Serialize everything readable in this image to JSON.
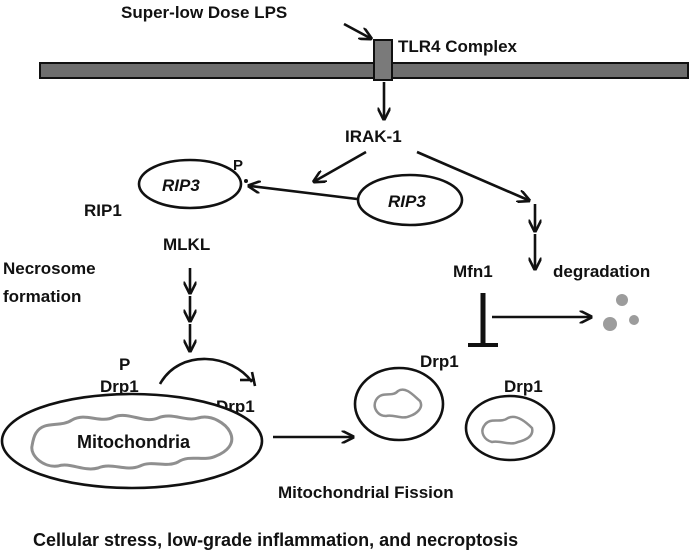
{
  "labels": {
    "lps": "Super-low Dose LPS",
    "tlr4": "TLR4 Complex",
    "irak1": "IRAK-1",
    "p_rip3": "P",
    "rip3_left": "RIP3",
    "rip3_right": "RIP3",
    "rip1": "RIP1",
    "mlkl": "MLKL",
    "necrosome_line1": "Necrosome",
    "necrosome_line2": "formation",
    "mfn1": "Mfn1",
    "degradation": "degradation",
    "p_drp1": "P",
    "drp1_phospho": "Drp1",
    "drp1_arrow": "Drp1",
    "drp1_fission_left": "Drp1",
    "drp1_fission_right": "Drp1",
    "mitochondria": "Mitochondria",
    "fission": "Mitochondrial Fission",
    "caption": "Cellular stress, low-grade inflammation, and necroptosis"
  }
}
